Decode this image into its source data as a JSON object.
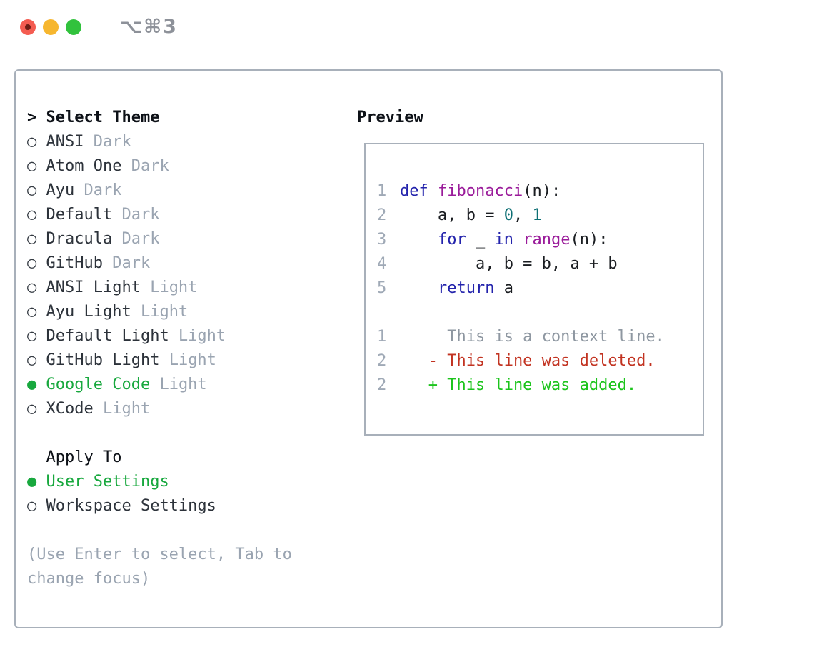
{
  "titlebar": {
    "title": "⌥⌘3",
    "traffic_lights": [
      {
        "name": "close",
        "color": "#f45c51"
      },
      {
        "name": "minimize",
        "color": "#f6b62f"
      },
      {
        "name": "zoom",
        "color": "#31c23d"
      }
    ]
  },
  "theme_panel": {
    "header_prefix": "> ",
    "header": "Select Theme",
    "items": [
      {
        "name": "ANSI",
        "variant": "Dark",
        "selected": false
      },
      {
        "name": "Atom One",
        "variant": "Dark",
        "selected": false
      },
      {
        "name": "Ayu",
        "variant": "Dark",
        "selected": false
      },
      {
        "name": "Default",
        "variant": "Dark",
        "selected": false
      },
      {
        "name": "Dracula",
        "variant": "Dark",
        "selected": false
      },
      {
        "name": "GitHub",
        "variant": "Dark",
        "selected": false
      },
      {
        "name": "ANSI Light",
        "variant": "Light",
        "selected": false
      },
      {
        "name": "Ayu Light",
        "variant": "Light",
        "selected": false
      },
      {
        "name": "Default Light",
        "variant": "Light",
        "selected": false
      },
      {
        "name": "GitHub Light",
        "variant": "Light",
        "selected": false
      },
      {
        "name": "Google Code",
        "variant": "Light",
        "selected": true
      },
      {
        "name": "XCode",
        "variant": "Light",
        "selected": false
      }
    ],
    "radio_unselected_glyph": "○",
    "radio_selected_glyph": "●",
    "apply_to": {
      "header": "Apply To",
      "options": [
        {
          "label": "User Settings",
          "selected": true
        },
        {
          "label": "Workspace Settings",
          "selected": false
        }
      ]
    },
    "hint": "(Use Enter to select, Tab to change focus)"
  },
  "preview": {
    "header": "Preview",
    "code_lines": [
      {
        "num": "1",
        "tokens": [
          {
            "type": "k",
            "text": "def"
          },
          {
            "type": "p",
            "text": " "
          },
          {
            "type": "f",
            "text": "fibonacci"
          },
          {
            "type": "p",
            "text": "(n):"
          }
        ]
      },
      {
        "num": "2",
        "tokens": [
          {
            "type": "p",
            "text": "    a, b = "
          },
          {
            "type": "n",
            "text": "0"
          },
          {
            "type": "p",
            "text": ", "
          },
          {
            "type": "n",
            "text": "1"
          }
        ]
      },
      {
        "num": "3",
        "tokens": [
          {
            "type": "p",
            "text": "    "
          },
          {
            "type": "k",
            "text": "for"
          },
          {
            "type": "p",
            "text": " _ "
          },
          {
            "type": "k",
            "text": "in"
          },
          {
            "type": "p",
            "text": " "
          },
          {
            "type": "f",
            "text": "range"
          },
          {
            "type": "p",
            "text": "(n):"
          }
        ]
      },
      {
        "num": "4",
        "tokens": [
          {
            "type": "p",
            "text": "        a, b = b, a + b"
          }
        ]
      },
      {
        "num": "5",
        "tokens": [
          {
            "type": "p",
            "text": "    "
          },
          {
            "type": "k",
            "text": "return"
          },
          {
            "type": "p",
            "text": " a"
          }
        ]
      }
    ],
    "diff_lines": [
      {
        "num": "1",
        "kind": "context",
        "text": "     This is a context line."
      },
      {
        "num": "2",
        "kind": "deleted",
        "text": "   - This line was deleted."
      },
      {
        "num": "2",
        "kind": "added",
        "text": "   + This line was added."
      }
    ]
  },
  "colors": {
    "frame_border": "#a8b0ba",
    "accent_green": "#18a83e",
    "muted_gray": "#9aa4b1",
    "keyword_blue": "#2323ac",
    "function_purple": "#9a1b9a",
    "number_teal": "#0d6f74",
    "diff_deleted_red": "#c23321",
    "diff_added_green": "#1cc41c",
    "line_number_gray": "#9fa9b6"
  }
}
